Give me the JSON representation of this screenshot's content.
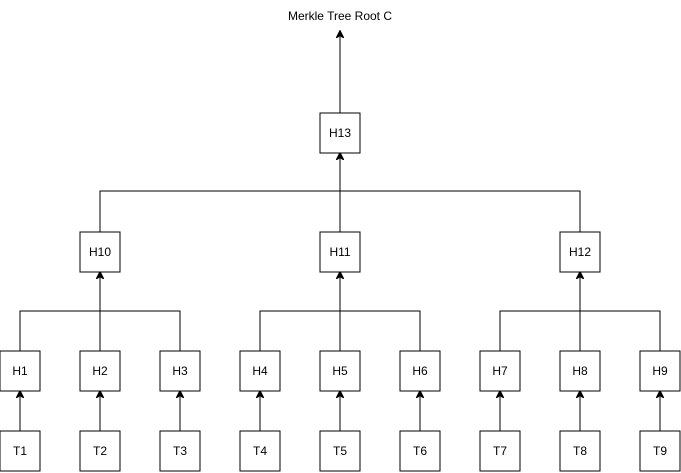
{
  "diagram": {
    "title": "Merkle Tree Root C",
    "colors": {
      "stroke": "#000000",
      "fill": "#ffffff",
      "text": "#000000"
    },
    "nodes": {
      "H13": "H13",
      "H10": "H10",
      "H11": "H11",
      "H12": "H12",
      "H1": "H1",
      "H2": "H2",
      "H3": "H3",
      "H4": "H4",
      "H5": "H5",
      "H6": "H6",
      "H7": "H7",
      "H8": "H8",
      "H9": "H9",
      "T1": "T1",
      "T2": "T2",
      "T3": "T3",
      "T4": "T4",
      "T5": "T5",
      "T6": "T6",
      "T7": "T7",
      "T8": "T8",
      "T9": "T9"
    },
    "edges": [
      [
        "H13",
        "title"
      ],
      [
        "H10",
        "H13"
      ],
      [
        "H11",
        "H13"
      ],
      [
        "H12",
        "H13"
      ],
      [
        "H1",
        "H10"
      ],
      [
        "H2",
        "H10"
      ],
      [
        "H3",
        "H10"
      ],
      [
        "H4",
        "H11"
      ],
      [
        "H5",
        "H11"
      ],
      [
        "H6",
        "H11"
      ],
      [
        "H7",
        "H12"
      ],
      [
        "H8",
        "H12"
      ],
      [
        "H9",
        "H12"
      ],
      [
        "T1",
        "H1"
      ],
      [
        "T2",
        "H2"
      ],
      [
        "T3",
        "H3"
      ],
      [
        "T4",
        "H4"
      ],
      [
        "T5",
        "H5"
      ],
      [
        "T6",
        "H6"
      ],
      [
        "T7",
        "H7"
      ],
      [
        "T8",
        "H8"
      ],
      [
        "T9",
        "H9"
      ]
    ]
  }
}
